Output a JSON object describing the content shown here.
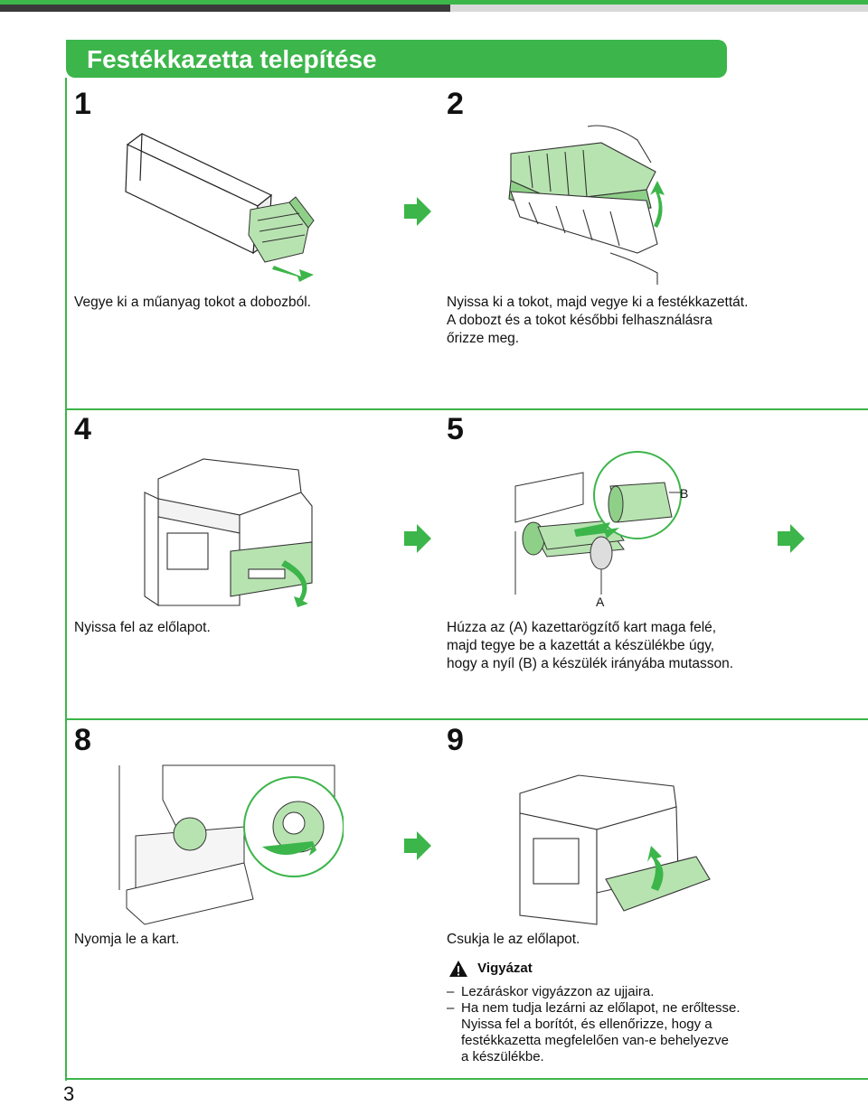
{
  "header": {
    "title": "Festékkazetta telepítése"
  },
  "steps": [
    {
      "number": "1",
      "caption": [
        "Vegye ki a műanyag tokot a dobozból."
      ]
    },
    {
      "number": "2",
      "caption": [
        "Nyissa ki a tokot, majd vegye ki a festékkazettát.",
        "A dobozt és a tokot későbbi felhasználásra",
        "őrizze meg."
      ]
    },
    {
      "number": "4",
      "caption": [
        "Nyissa fel az előlapot."
      ]
    },
    {
      "number": "5",
      "caption": [
        "Húzza az (A) kazettarögzítő kart maga felé,",
        "majd tegye be a kazettát a készülékbe úgy,",
        "hogy a nyíl (B) a készülék irányába mutasson."
      ],
      "label_a": "A",
      "label_b": "B"
    },
    {
      "number": "8",
      "caption": [
        "Nyomja le a kart."
      ]
    },
    {
      "number": "9",
      "caption": [
        "Csukja le az előlapot."
      ]
    }
  ],
  "caution": {
    "title": "Vigyázat",
    "items": [
      [
        "Lezáráskor vigyázzon az ujjaira."
      ],
      [
        "Ha nem tudja lezárni az előlapot, ne erőltesse.",
        "Nyissa fel a borítót, és ellenőrizze, hogy a",
        "festékkazetta megfelelően van-e behelyezve",
        "a készülékbe."
      ]
    ],
    "dash": "–"
  },
  "page_number": "3",
  "colors": {
    "accent": "#3cb54a",
    "dark_bar": "#3a3a3a",
    "light_bar": "#d9d9d9"
  }
}
